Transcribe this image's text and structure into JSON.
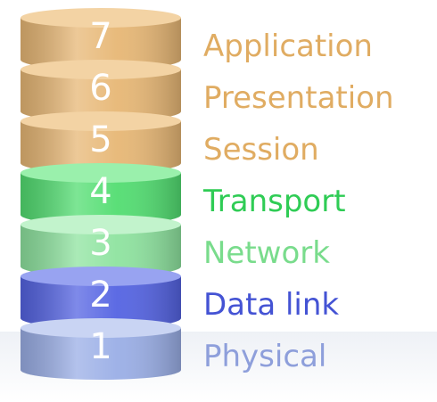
{
  "layers": [
    {
      "number": "7",
      "name": "Application",
      "body_color": "#e7b775",
      "top_color": "#f3d3a4",
      "text_color": "#e0ac62"
    },
    {
      "number": "6",
      "name": "Presentation",
      "body_color": "#e7b775",
      "top_color": "#f3d3a4",
      "text_color": "#e0ac62"
    },
    {
      "number": "5",
      "name": "Session",
      "body_color": "#e7b775",
      "top_color": "#f3d3a4",
      "text_color": "#e0ac62"
    },
    {
      "number": "4",
      "name": "Transport",
      "body_color": "#52dd71",
      "top_color": "#9af0ac",
      "text_color": "#2fcc55"
    },
    {
      "number": "3",
      "name": "Network",
      "body_color": "#8ee39f",
      "top_color": "#c2f3cc",
      "text_color": "#79dc8c"
    },
    {
      "number": "2",
      "name": "Data link",
      "body_color": "#5463e2",
      "top_color": "#98a3f1",
      "text_color": "#4453d4"
    },
    {
      "number": "1",
      "name": "Physical",
      "body_color": "#9aaee6",
      "top_color": "#c9d4f3",
      "text_color": "#8e9fdb"
    }
  ]
}
